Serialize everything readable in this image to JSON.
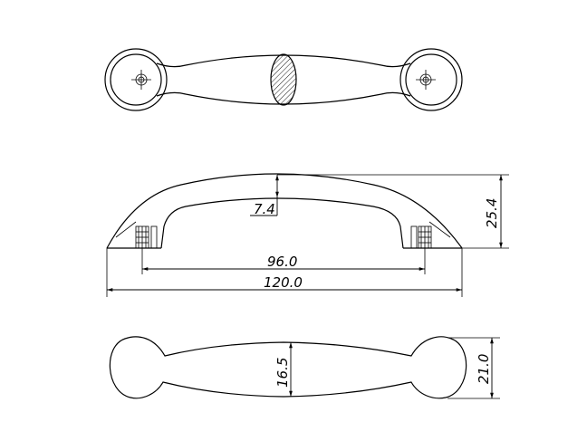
{
  "drawing": {
    "views": [
      "top-view",
      "front-view",
      "bottom-view"
    ],
    "dimensions": {
      "inner_height": "7.4",
      "overall_height": "25.4",
      "hole_spacing": "96.0",
      "overall_length": "120.0",
      "grip_width": "16.5",
      "end_width": "21.0"
    }
  }
}
